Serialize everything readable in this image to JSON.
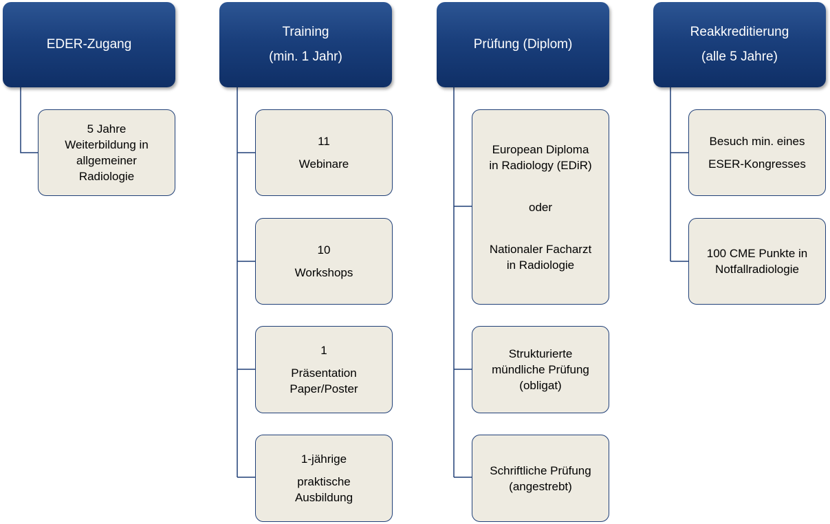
{
  "columns": [
    {
      "header": [
        "EDER-Zugang"
      ],
      "items": [
        {
          "lines": [
            "5 Jahre",
            "Weiterbildung in",
            "allgemeiner",
            "Radiologie"
          ]
        }
      ]
    },
    {
      "header": [
        "Training",
        "(min. 1 Jahr)"
      ],
      "items": [
        {
          "lines": [
            "11",
            "Webinare"
          ]
        },
        {
          "lines": [
            "10",
            "Workshops"
          ]
        },
        {
          "lines": [
            "1",
            "Präsentation",
            "Paper/Poster"
          ]
        },
        {
          "lines": [
            "1-jährige",
            "praktische",
            "Ausbildung"
          ]
        }
      ]
    },
    {
      "header": [
        "Prüfung (Diplom)"
      ],
      "items": [
        {
          "lines": [
            "European Diploma",
            "in Radiology (EDiR)",
            "oder",
            "Nationaler Facharzt",
            "in Radiologie"
          ]
        },
        {
          "lines": [
            "Strukturierte",
            "mündliche Prüfung",
            "(obligat)"
          ]
        },
        {
          "lines": [
            "Schriftliche Prüfung",
            "(angestrebt)"
          ]
        }
      ]
    },
    {
      "header": [
        "Reakkreditierung",
        "(alle 5 Jahre)"
      ],
      "items": [
        {
          "lines": [
            "Besuch min. eines",
            "ESER-Kongresses"
          ]
        },
        {
          "lines": [
            "100 CME Punkte in",
            "Notfallradiologie"
          ]
        }
      ]
    }
  ],
  "colors": {
    "header_fill": "#1a3f7c",
    "card_fill": "#eeebe1",
    "line": "#1f3f77"
  }
}
